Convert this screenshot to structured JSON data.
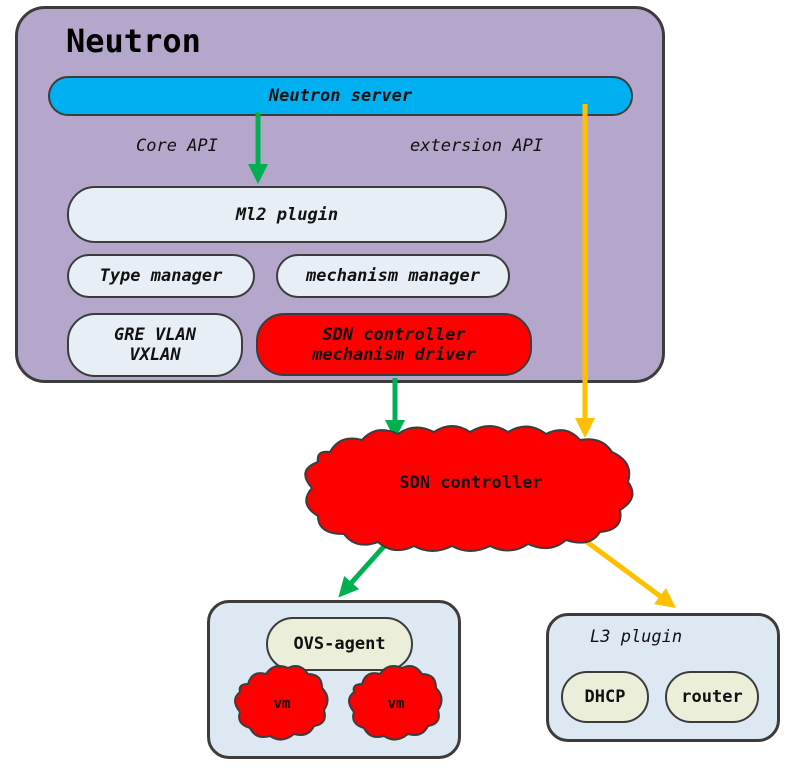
{
  "neutron": {
    "title": "Neutron",
    "server": "Neutron server",
    "core_api": "Core API",
    "extension_api": "extersion API",
    "ml2_plugin": "Ml2 plugin",
    "type_manager": "Type manager",
    "mechanism_manager": "mechanism manager",
    "type_drivers": "GRE VLAN\nVXLAN",
    "sdn_mechanism_driver": "SDN controller\nmechanism driver"
  },
  "sdn_controller": {
    "label": "SDN controller"
  },
  "compute": {
    "ovs_agent": "OVS-agent",
    "vms": [
      "vm",
      "vm"
    ]
  },
  "l3": {
    "label": "L3 plugin",
    "dhcp": "DHCP",
    "router": "router"
  },
  "colors": {
    "panel": "#b4a7cb",
    "server": "#00b0f0",
    "red": "#ff0000",
    "green_arrow": "#00b050",
    "orange_arrow": "#ffc000"
  }
}
